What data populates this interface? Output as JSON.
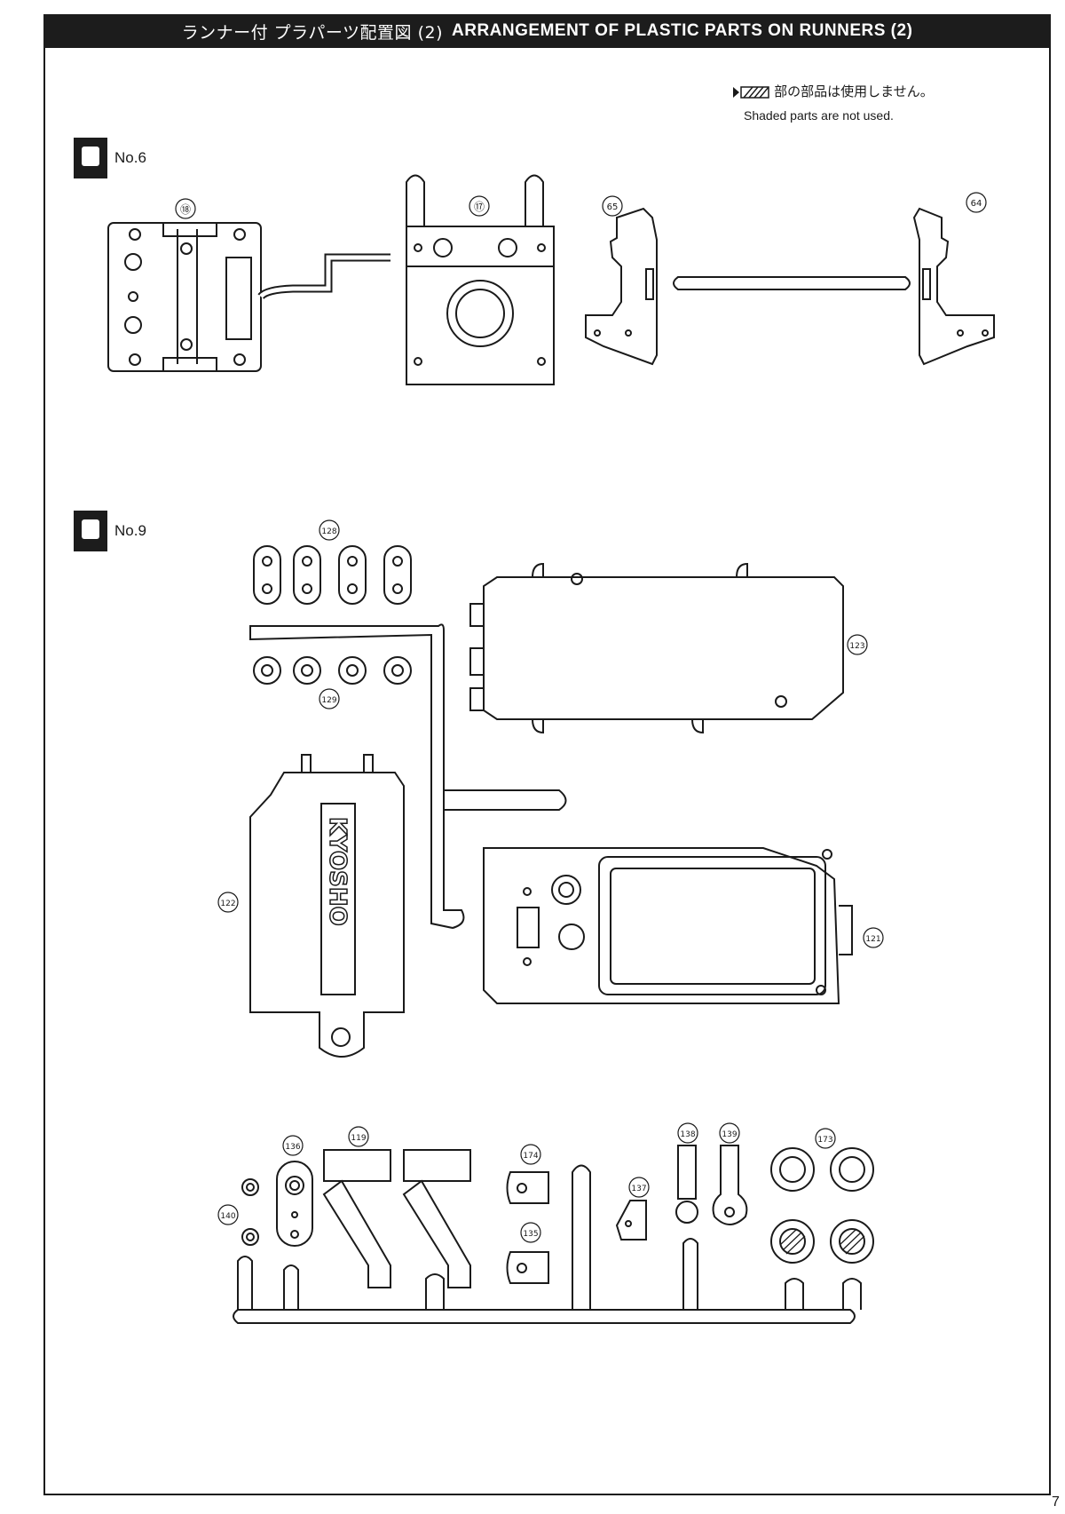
{
  "header": {
    "title_jp": "ランナー付 プラパーツ配置図 (2)",
    "title_en": "ARRANGEMENT OF PLASTIC PARTS ON RUNNERS (2)"
  },
  "note": {
    "jp": "部の部品は使用しません。",
    "en": "Shaded parts are not used."
  },
  "runners": [
    {
      "label": "No.6",
      "parts": [
        "⑱",
        "⑰",
        "65",
        "64"
      ]
    },
    {
      "label": "No.9",
      "parts": [
        "128",
        "129",
        "123",
        "122",
        "121",
        "136",
        "119",
        "140",
        "174",
        "135",
        "137",
        "138",
        "139",
        "173"
      ]
    }
  ],
  "logo_text": "KYOSHO",
  "page_number": "7"
}
